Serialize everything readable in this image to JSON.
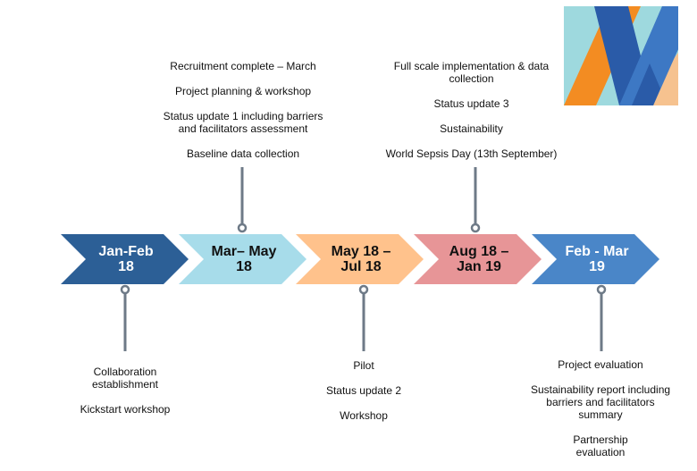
{
  "colors": {
    "stage1": "#2C5F96",
    "stage2": "#A7DCEA",
    "stage3": "#FFC28C",
    "stage4": "#E79597",
    "stage5": "#4A86C8",
    "connector": "#6E7A87",
    "text_dark": "#111111",
    "text_light": "#FFFFFF"
  },
  "logo": {
    "icon": "x-mark-logo",
    "colors": [
      "#9ED9DE",
      "#2A5BA8",
      "#3D78C4",
      "#F38C22",
      "#F6C28F"
    ]
  },
  "timeline": {
    "stages": [
      {
        "label": "Jan-Feb\n18",
        "text_color": "light"
      },
      {
        "label": "Mar– May\n18",
        "text_color": "dark"
      },
      {
        "label": "May 18 –\nJul 18",
        "text_color": "dark"
      },
      {
        "label": "Aug 18 –\nJan 19",
        "text_color": "dark"
      },
      {
        "label": "Feb - Mar\n19",
        "text_color": "light"
      }
    ]
  },
  "notes": {
    "mar_may_above": [
      "Recruitment complete – March",
      "Project planning & workshop",
      "Status update 1 including barriers\nand facilitators assessment",
      "Baseline data collection"
    ],
    "aug_jan_above": [
      "Full scale implementation & data\ncollection",
      "Status update 3",
      "Sustainability",
      "World Sepsis Day (13th September)"
    ],
    "jan_feb_below": [
      "Collaboration\nestablishment",
      "Kickstart workshop"
    ],
    "may_jul_below": [
      "Pilot",
      "Status update 2",
      "Workshop"
    ],
    "feb_mar_below": [
      "Project evaluation",
      "Sustainability report including\nbarriers and facilitators\nsummary",
      "Partnership\nevaluation"
    ]
  }
}
